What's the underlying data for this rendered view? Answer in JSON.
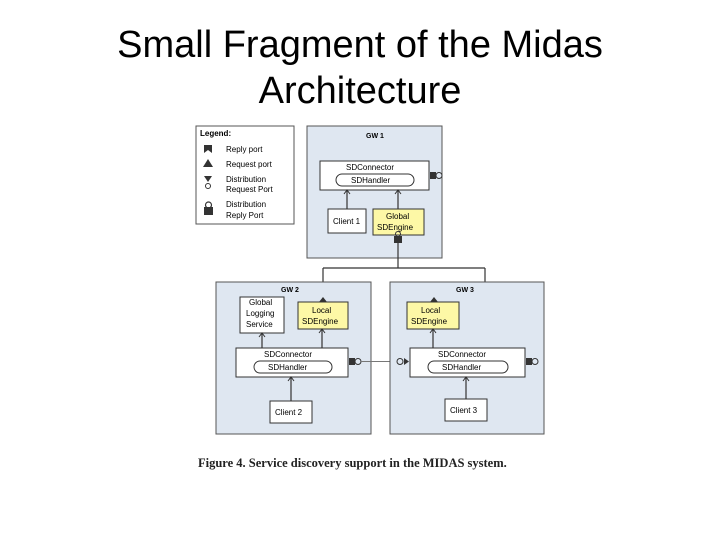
{
  "slide": {
    "title_line1": "Small Fragment of the Midas",
    "title_line2": "Architecture"
  },
  "legend": {
    "title": "Legend:",
    "reply_port": "Reply port",
    "request_port": "Request port",
    "dist_request_l1": "Distribution",
    "dist_request_l2": "Request Port",
    "dist_reply_l1": "Distribution",
    "dist_reply_l2": "Reply Port"
  },
  "gateways": {
    "gw1": {
      "label": "GW 1",
      "connector": "SDConnector",
      "handler": "SDHandler",
      "client": "Client 1",
      "engine_l1": "Global",
      "engine_l2": "SDEngine"
    },
    "gw2": {
      "label": "GW 2",
      "logging_l1": "Global",
      "logging_l2": "Logging",
      "logging_l3": "Service",
      "engine_l1": "Local",
      "engine_l2": "SDEngine",
      "connector": "SDConnector",
      "handler": "SDHandler",
      "client": "Client 2"
    },
    "gw3": {
      "label": "GW 3",
      "engine_l1": "Local",
      "engine_l2": "SDEngine",
      "connector": "SDConnector",
      "handler": "SDHandler",
      "client": "Client 3"
    }
  },
  "caption": "Figure 4. Service discovery support in the MIDAS system.",
  "colors": {
    "gateway_fill": "#dfe7f1",
    "engine_fill": "#fdf8a6",
    "box_fill": "#ffffff",
    "stroke": "#333333"
  }
}
